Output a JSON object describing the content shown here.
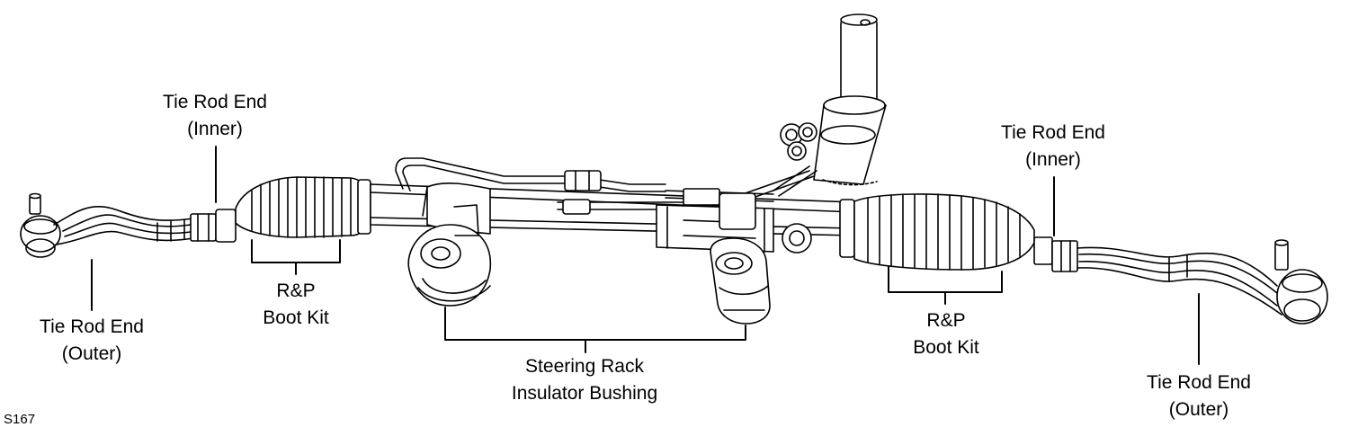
{
  "labels": {
    "tie_rod_inner_left": [
      "Tie Rod End",
      "(Inner)"
    ],
    "tie_rod_outer_left": [
      "Tie Rod End",
      "(Outer)"
    ],
    "boot_kit_left": [
      "R&P",
      "Boot Kit"
    ],
    "insulator_bushing": [
      "Steering Rack",
      "Insulator Bushing"
    ],
    "boot_kit_right": [
      "R&P",
      "Boot Kit"
    ],
    "tie_rod_inner_right": [
      "Tie Rod End",
      "(Inner)"
    ],
    "tie_rod_outer_right": [
      "Tie Rod End",
      "(Outer)"
    ]
  },
  "figure_ref": "S167"
}
